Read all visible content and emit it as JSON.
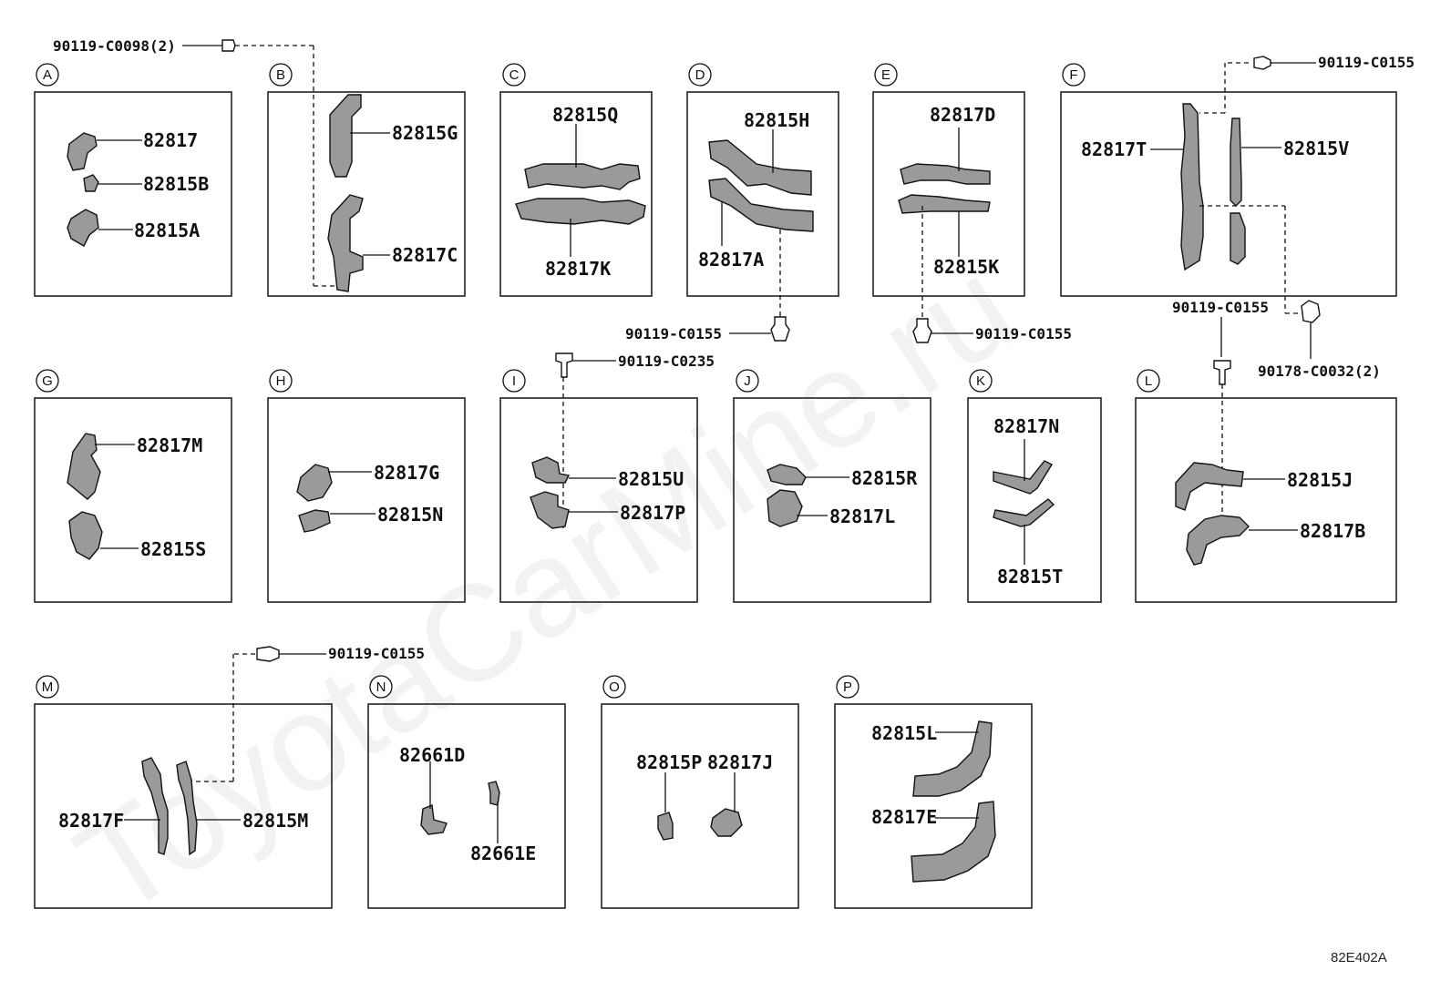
{
  "watermark": "ToyotaCarMine.ru",
  "ref_code": "82E402A",
  "sections": {
    "A": "A",
    "B": "B",
    "C": "C",
    "D": "D",
    "E": "E",
    "F": "F",
    "G": "G",
    "H": "H",
    "I": "I",
    "J": "J",
    "K": "K",
    "L": "L",
    "M": "M",
    "N": "N",
    "O": "O",
    "P": "P"
  },
  "parts": {
    "p82817": "82817",
    "p82815B": "82815B",
    "p82815A": "82815A",
    "p82815G": "82815G",
    "p82817C": "82817C",
    "p82815Q": "82815Q",
    "p82817K": "82817K",
    "p82815H": "82815H",
    "p82817A": "82817A",
    "p82817D": "82817D",
    "p82815K": "82815K",
    "p82817T": "82817T",
    "p82815V": "82815V",
    "p82817M": "82817M",
    "p82815S": "82815S",
    "p82817G": "82817G",
    "p82815N": "82815N",
    "p82815U": "82815U",
    "p82817P": "82817P",
    "p82815R": "82815R",
    "p82817L": "82817L",
    "p82817N": "82817N",
    "p82815T": "82815T",
    "p82815J": "82815J",
    "p82817B": "82817B",
    "p82817F": "82817F",
    "p82815M": "82815M",
    "p82661D": "82661D",
    "p82661E": "82661E",
    "p82815P": "82815P",
    "p82817J": "82817J",
    "p82815L": "82815L",
    "p82817E": "82817E"
  },
  "fasteners": {
    "b_c0098": "90119-C0098(2)",
    "f_c0155_top": "90119-C0155",
    "d_c0155": "90119-C0155",
    "e_c0155": "90119-C0155",
    "l_c0155": "90119-C0155",
    "clip_c0032": "90178-C0032(2)",
    "i_c0235": "90119-C0235",
    "m_c0155": "90119-C0155"
  }
}
